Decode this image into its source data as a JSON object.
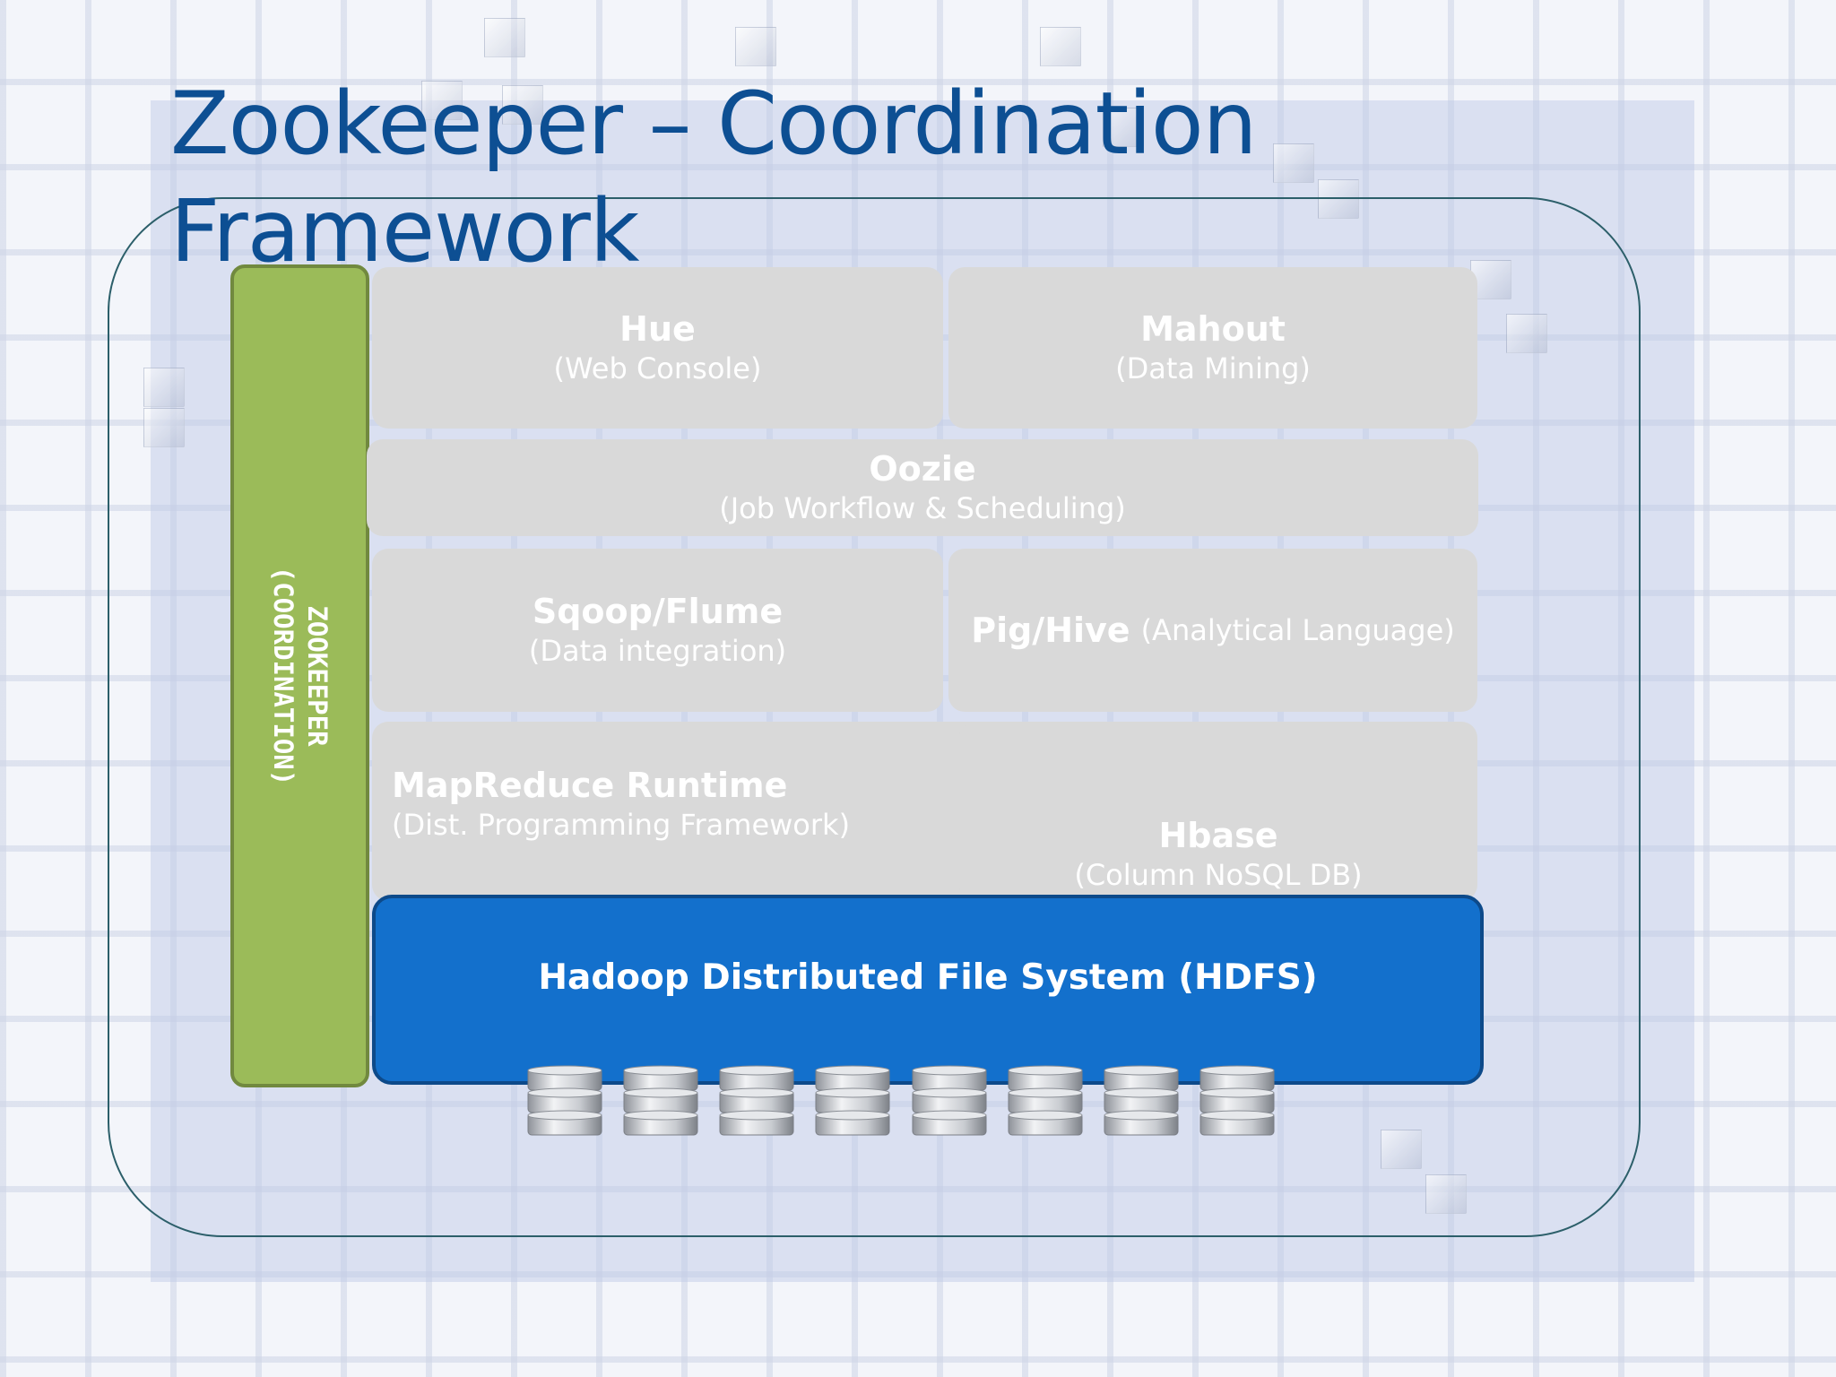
{
  "slide": {
    "title": "Zookeeper – Coordination Framework"
  },
  "zookeeper": {
    "name": "Zookeeper",
    "desc": "(coordination)",
    "color": "#9bbb59"
  },
  "components": {
    "hue": {
      "name": "Hue",
      "desc": "(Web Console)"
    },
    "mahout": {
      "name": "Mahout",
      "desc": "(Data Mining)"
    },
    "oozie": {
      "name": "Oozie",
      "desc": "(Job Workflow & Scheduling)"
    },
    "sqoop": {
      "name": "Sqoop/Flume",
      "desc": "(Data integration)"
    },
    "pig": {
      "name": "Pig/Hive",
      "desc": "(Analytical Language)"
    },
    "mapred": {
      "name": "MapReduce Runtime",
      "desc": "(Dist. Programming Framework)"
    },
    "hbase": {
      "name": "Hbase",
      "desc": "(Column NoSQL DB)"
    }
  },
  "hdfs": {
    "label": "Hadoop Distributed File System (HDFS)",
    "color": "#1370cc"
  },
  "disks": {
    "icon": "database-disk-icon",
    "count": 8
  }
}
